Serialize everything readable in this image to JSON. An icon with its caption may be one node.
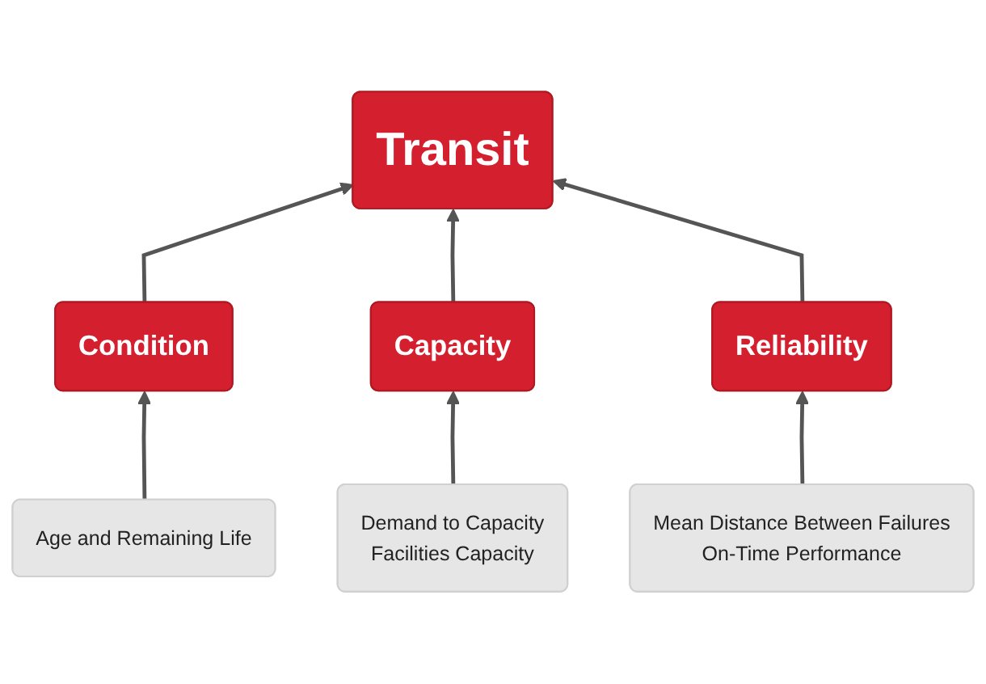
{
  "diagram": {
    "nodes": [
      {
        "text": [
          "Transit"
        ]
      },
      {
        "text": [
          "Condition"
        ]
      },
      {
        "text": [
          "Capacity"
        ]
      },
      {
        "text": [
          "Reliability"
        ]
      },
      {
        "text": [
          "Age and Remaining Life"
        ]
      },
      {
        "text": [
          "Demand to Capacity",
          "Facilities Capacity"
        ]
      },
      {
        "text": [
          "Mean Distance Between Failures",
          "On-Time Performance"
        ]
      }
    ],
    "edges": [
      {
        "from": 1,
        "to": 0,
        "arrow": "to"
      },
      {
        "from": 2,
        "to": 0,
        "arrow": "to"
      },
      {
        "from": 3,
        "to": 0,
        "arrow": "to"
      },
      {
        "from": 4,
        "to": 1,
        "arrow": "to"
      },
      {
        "from": 5,
        "to": 2,
        "arrow": "to"
      },
      {
        "from": 6,
        "to": 3,
        "arrow": "to"
      }
    ]
  }
}
